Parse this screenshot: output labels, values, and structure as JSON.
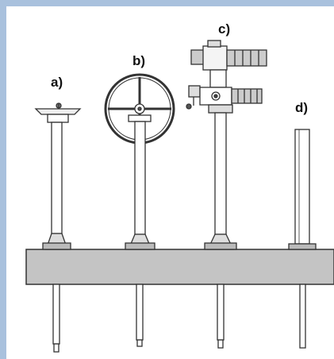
{
  "labels": {
    "a": "a)",
    "b": "b)",
    "c": "c)",
    "d": "d)"
  },
  "colors": {
    "border": "#a9c1dd",
    "slab": "#c4c4c4",
    "line": "#333333"
  }
}
